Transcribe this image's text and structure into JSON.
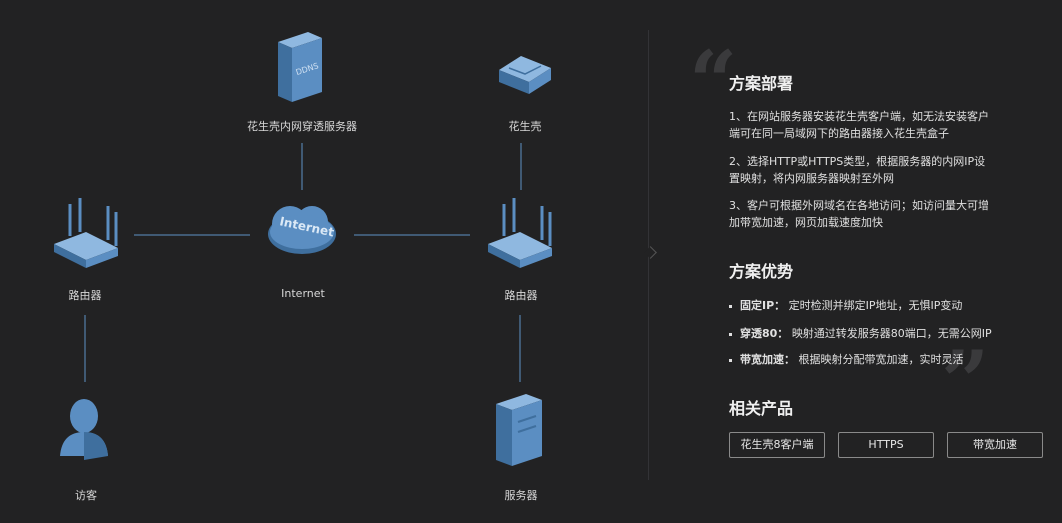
{
  "diagram": {
    "nodes": {
      "ddns_server": {
        "label": "花生壳内网穿透服务器",
        "icon": "server-icon",
        "badge": "DDNS"
      },
      "peanut_shell": {
        "label": "花生壳",
        "icon": "peanut-shell-box-icon"
      },
      "router_left": {
        "label": "路由器",
        "icon": "router-icon"
      },
      "internet": {
        "label": "Internet",
        "icon": "cloud-icon",
        "badge": "Internet"
      },
      "router_right": {
        "label": "路由器",
        "icon": "router-icon"
      },
      "visitor": {
        "label": "访客",
        "icon": "user-icon"
      },
      "server": {
        "label": "服务器",
        "icon": "server-icon"
      }
    },
    "colors": {
      "icon_fill": "#5b8ec2",
      "icon_dark": "#3f6f9e",
      "icon_light": "#8fb8e0",
      "line": "#4a6c8f"
    }
  },
  "panel": {
    "deploy": {
      "title": "方案部署",
      "steps": [
        "1、在网站服务器安装花生壳客户端，如无法安装客户端可在同一局域网下的路由器接入花生壳盒子",
        "2、选择HTTP或HTTPS类型，根据服务器的内网IP设置映射，将内网服务器映射至外网",
        "3、客户可根据外网域名在各地访问；如访问量大可增加带宽加速，网页加载速度加快"
      ]
    },
    "advantages": {
      "title": "方案优势",
      "items": [
        {
          "term": "固定IP：",
          "desc": "定时检测并绑定IP地址，无惧IP变动"
        },
        {
          "term": "穿透80：",
          "desc": "映射通过转发服务器80端口，无需公网IP"
        },
        {
          "term": "带宽加速：",
          "desc": "根据映射分配带宽加速，实时灵活"
        }
      ]
    },
    "products": {
      "title": "相关产品",
      "buttons": [
        "花生壳8客户端",
        "HTTPS",
        "带宽加速"
      ]
    }
  }
}
